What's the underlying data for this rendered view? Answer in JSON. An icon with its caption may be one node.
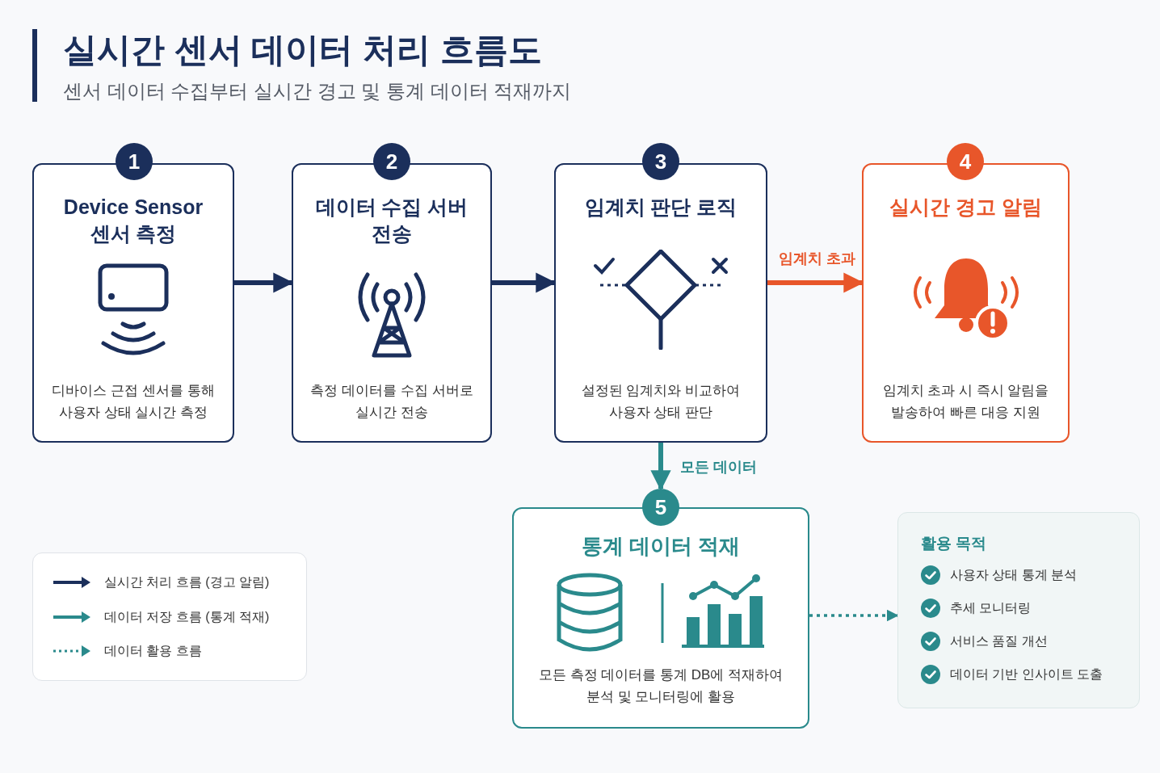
{
  "diagram": {
    "title": "실시간 센서 데이터 처리 흐름도",
    "nodes": [
      {
        "text": [
          "1"
        ]
      },
      {
        "text": [
          "Device Sensor 센서 측정",
          "디바이스 근접 센서를 통해 사용자 상태 실시간 측정"
        ]
      },
      {
        "text": [
          "2"
        ]
      },
      {
        "text": [
          "데이터 수집 서버 전송",
          "측정 데이터를 수집 서버로 실시간 전송"
        ]
      },
      {
        "text": [
          "3"
        ]
      },
      {
        "text": [
          "임계치 판단 로직",
          "설정된 임계치와 비교하여 사용자 상태 판단"
        ]
      },
      {
        "text": [
          "4"
        ]
      },
      {
        "text": [
          "실시간 경고 알림",
          "임계치 초과 시 즉시 알림을 발송하여 빠른 대응 지원"
        ]
      },
      {
        "text": [
          "5"
        ]
      },
      {
        "text": [
          "통계 데이터 적재",
          "모든 측정 데이터를 통계 DB에 적재하여 분석 및 모니터링에 활용"
        ]
      },
      {
        "text": [
          "활용 목적",
          "사용자 상태 통계 분석",
          "추세 모니터링",
          "서비스 품질 개선",
          "데이터 기반 인사이트 도출"
        ]
      }
    ],
    "edges": [
      {
        "from": 1,
        "to": 3,
        "arrow": "to"
      },
      {
        "from": 3,
        "to": 5,
        "arrow": "to"
      },
      {
        "from": 5,
        "to": 7,
        "arrow": "to",
        "label": "임계치 초과",
        "color": "#e8562a"
      },
      {
        "from": 5,
        "to": 8,
        "arrow": "to",
        "label": "모든 데이터",
        "color": "#2a8a8c"
      },
      {
        "from": 9,
        "to": 10,
        "arrow": "to",
        "style": "dashed",
        "color": "#2a8a8c"
      }
    ],
    "labels": [
      "센서 데이터 수집부터 실시간 경고 및 통계 데이터 적재까지"
    ],
    "legend": [
      {
        "text": "실시간 처리 흐름 (경고 알림)"
      },
      {
        "text": "데이터 저장 흐름 (통계 적재)"
      },
      {
        "text": "데이터 활용 흐름"
      }
    ]
  }
}
